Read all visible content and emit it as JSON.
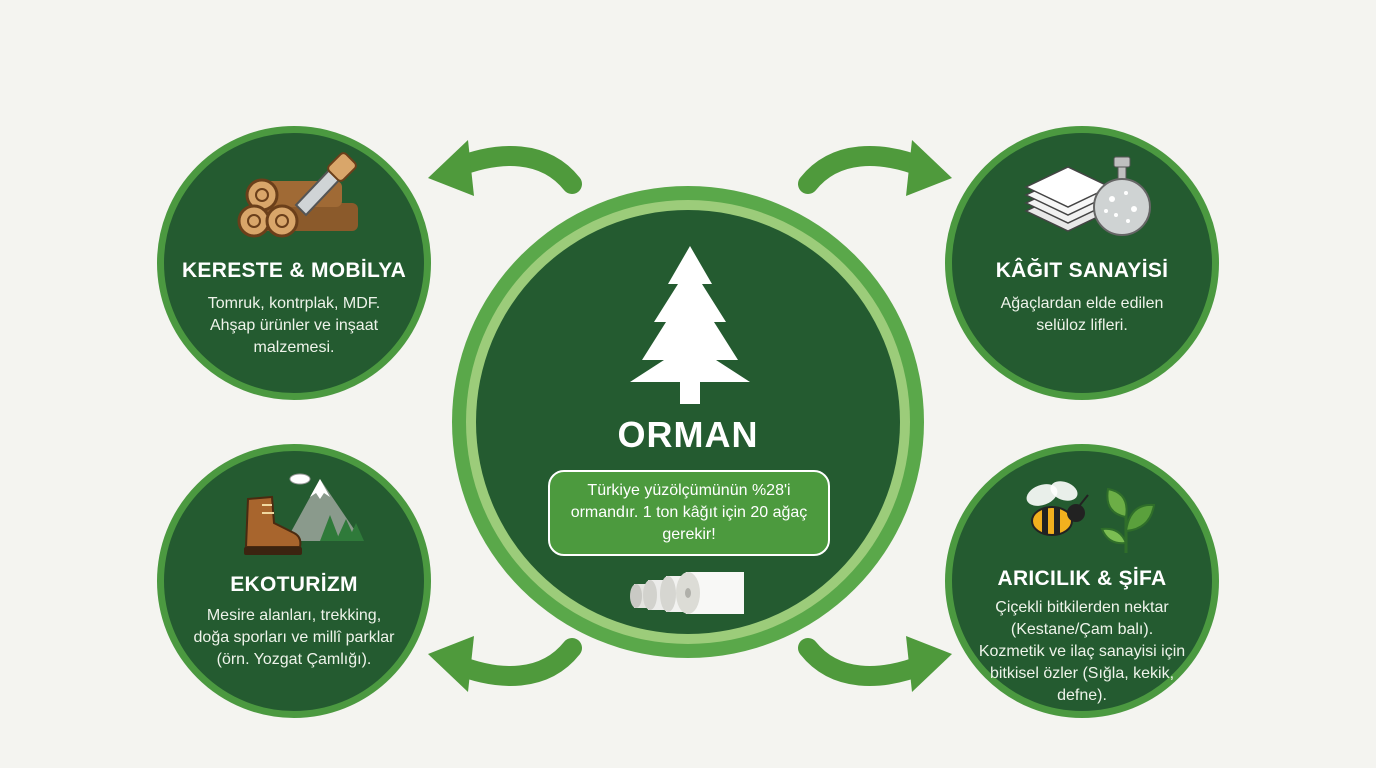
{
  "center": {
    "title": "ORMAN",
    "fact": "Türkiye yüzölçümünün %28'i ormandır. 1 ton kâğıt için 20 ağaç gerekir!",
    "icon": "pine-tree-icon",
    "sub_icon": "paper-roll-icon"
  },
  "nodes": {
    "kereste": {
      "title": "KERESTE & MOBİLYA",
      "desc": "Tomruk, kontrplak, MDF. Ahşap ürünler ve inşaat malzemesi.",
      "icon": "logs-saw-icon"
    },
    "kagit": {
      "title": "KÂĞIT SANAYİSİ",
      "desc": "Ağaçlardan elde edilen selüloz lifleri.",
      "icon": "paper-stack-pulp-icon"
    },
    "ekoturizm": {
      "title": "EKOTURİZM",
      "desc": "Mesire alanları, trekking, doğa sporları ve millî parklar (örn. Yozgat Çamlığı).",
      "icon": "boot-mountain-icon"
    },
    "aricilik": {
      "title": "ARICILIK & ŞİFA",
      "desc": "Çiçekli bitkilerden nektar (Kestane/Çam balı). Kozmetik ve ilaç sanayisi için bitkisel özler (Sığla, kekik, defne).",
      "icon": "bee-leaf-icon"
    }
  },
  "colors": {
    "dark_green": "#245b30",
    "mid_green": "#4b9940",
    "light_green": "#9ccc7a",
    "arrow_green": "#4f9a3c"
  }
}
